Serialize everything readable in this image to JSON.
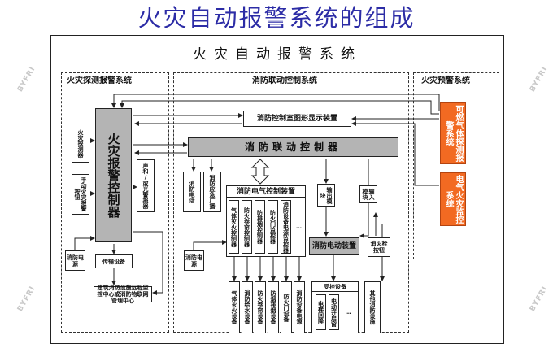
{
  "page_title": "火灾自动报警系统的组成",
  "system_title": "火灾自动报警系统",
  "watermark": "BYFRI",
  "sections": {
    "detect": "火灾探测报警系统",
    "linkage": "消防联动控制系统",
    "warning": "火灾预警系统"
  },
  "boxes": {
    "fire_controller": "火灾报警控制器",
    "fire_detector": "火灾探测器",
    "manual_button": "手动火灾报警按钮",
    "sound_light": "声和/或光警报器",
    "power_left": "消防电源",
    "transmission": "传输设备",
    "remote_center": "建筑消防设施远程监控中心或消防物联网管理中心",
    "graphic_display": "消防控制室图形显示装置",
    "linkage_controller": "消防联动控制器",
    "fire_phone": "消防电话",
    "broadcast": "消防应急广播",
    "power_mid": "消防电源",
    "elec_control_title": "消防电气控制装置",
    "gas_ctrl": "气体灭火控制器",
    "pump_ctrl": "防火卷帘控制器",
    "smoke_ctrl": "防排烟控制器",
    "door_ctrl": "防火门监控器",
    "power_monitor": "消防设备电源监控器",
    "dots": "…",
    "output_module": "输出模块",
    "input_module": "输入模块",
    "fire_hydrant_button": "消火栓按钮",
    "electric_device": "消防电动装置",
    "combustible_gas": "可燃气体探测报警系统",
    "electrical_fire": "电气火灾监控系统",
    "gas_equip": "气体灭火设备",
    "water_equip": "消防给水设备",
    "rolling_equip": "防火卷帘设备",
    "smoke_equip": "防烟排烟设备",
    "door_equip": "防火门设备",
    "power_equip": "消防设备电源",
    "controlled_title": "受控设备",
    "elevator": "电梯回降",
    "pump_start": "电动开启窗",
    "other_equip": "其他消防设施"
  },
  "colors": {
    "warning_box": "#f26a22",
    "controller_gray": "#b4b4b4",
    "title": "#2c2ca6"
  }
}
